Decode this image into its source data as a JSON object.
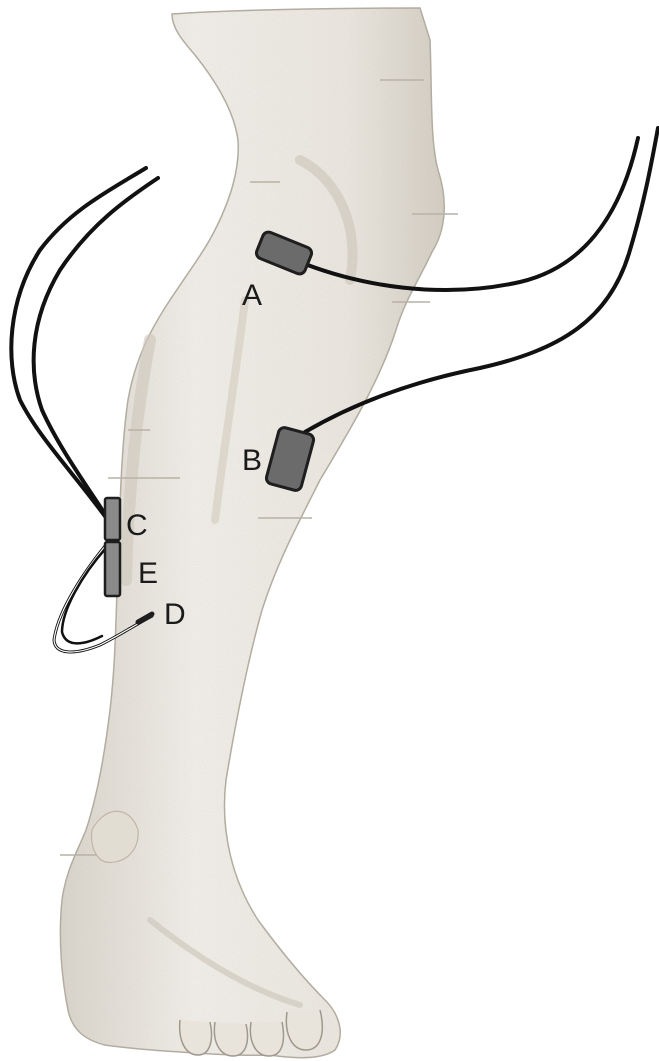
{
  "figure": {
    "subject": "lower-leg-with-electrodes",
    "colors": {
      "skin": "#eeebe4",
      "skin_shadow": "#c9c4b8",
      "outline": "#a7a195",
      "electrode_fill": "#6b6b6b",
      "electrode_stroke": "#1e1e1e",
      "wire": "#111111"
    }
  },
  "electrodes": {
    "a": {
      "label": "A"
    },
    "b": {
      "label": "B"
    },
    "c": {
      "label": "C"
    },
    "d": {
      "label": "D"
    },
    "e": {
      "label": "E"
    }
  }
}
